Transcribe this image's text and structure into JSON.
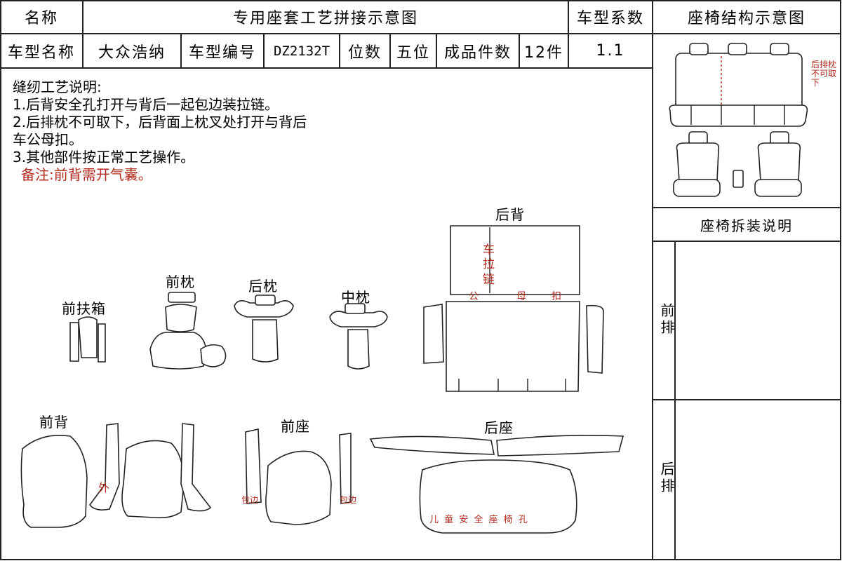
{
  "header": {
    "name_label": "名称",
    "doc_title": "专用座套工艺拼接示意图",
    "coef_label": "车型系数",
    "struct_title": "座椅结构示意图"
  },
  "info": {
    "model_name_label": "车型名称",
    "model_name": "大众浩纳",
    "model_code_label": "车型编号",
    "model_code": "DZ2132T",
    "seats_label": "位数",
    "seats": "五位",
    "pieces_label": "成品件数",
    "pieces": "12件",
    "coef_value": "1.1"
  },
  "notes": {
    "heading": "缝纫工艺说明:",
    "line1": "1.后背安全孔打开与背后一起包边装拉链。",
    "line2a": "2.后排枕不可取下，后背面上枕叉处打开与背后",
    "line2b": "车公母扣。",
    "line3": "3.其他部件按正常工艺操作。",
    "remark": "备注:前背需开气囊。"
  },
  "side": {
    "rear_headrest_note": "后排枕不可取下",
    "disassembly_title": "座椅拆装说明",
    "front_row": "前排",
    "rear_row": "后排"
  },
  "parts": {
    "front_armrest": "前扶箱",
    "front_headrest": "前枕",
    "rear_headrest": "后枕",
    "middle_headrest": "中枕",
    "rear_back": "后背",
    "front_back": "前背",
    "front_seat": "前座",
    "rear_seat": "后座"
  },
  "marks": {
    "zipper_car": "车",
    "zipper_la": "拉",
    "zipper_lian": "链",
    "snap_gong": "公",
    "snap_mu": "母",
    "snap_kou": "扣",
    "outer": "外",
    "binding_left": "包边",
    "binding_right": "包边",
    "child_seat_hole": "儿 童 安 全 座 椅 孔"
  },
  "colors": {
    "annotation_red": "#b22a1e",
    "line": "#222222"
  }
}
